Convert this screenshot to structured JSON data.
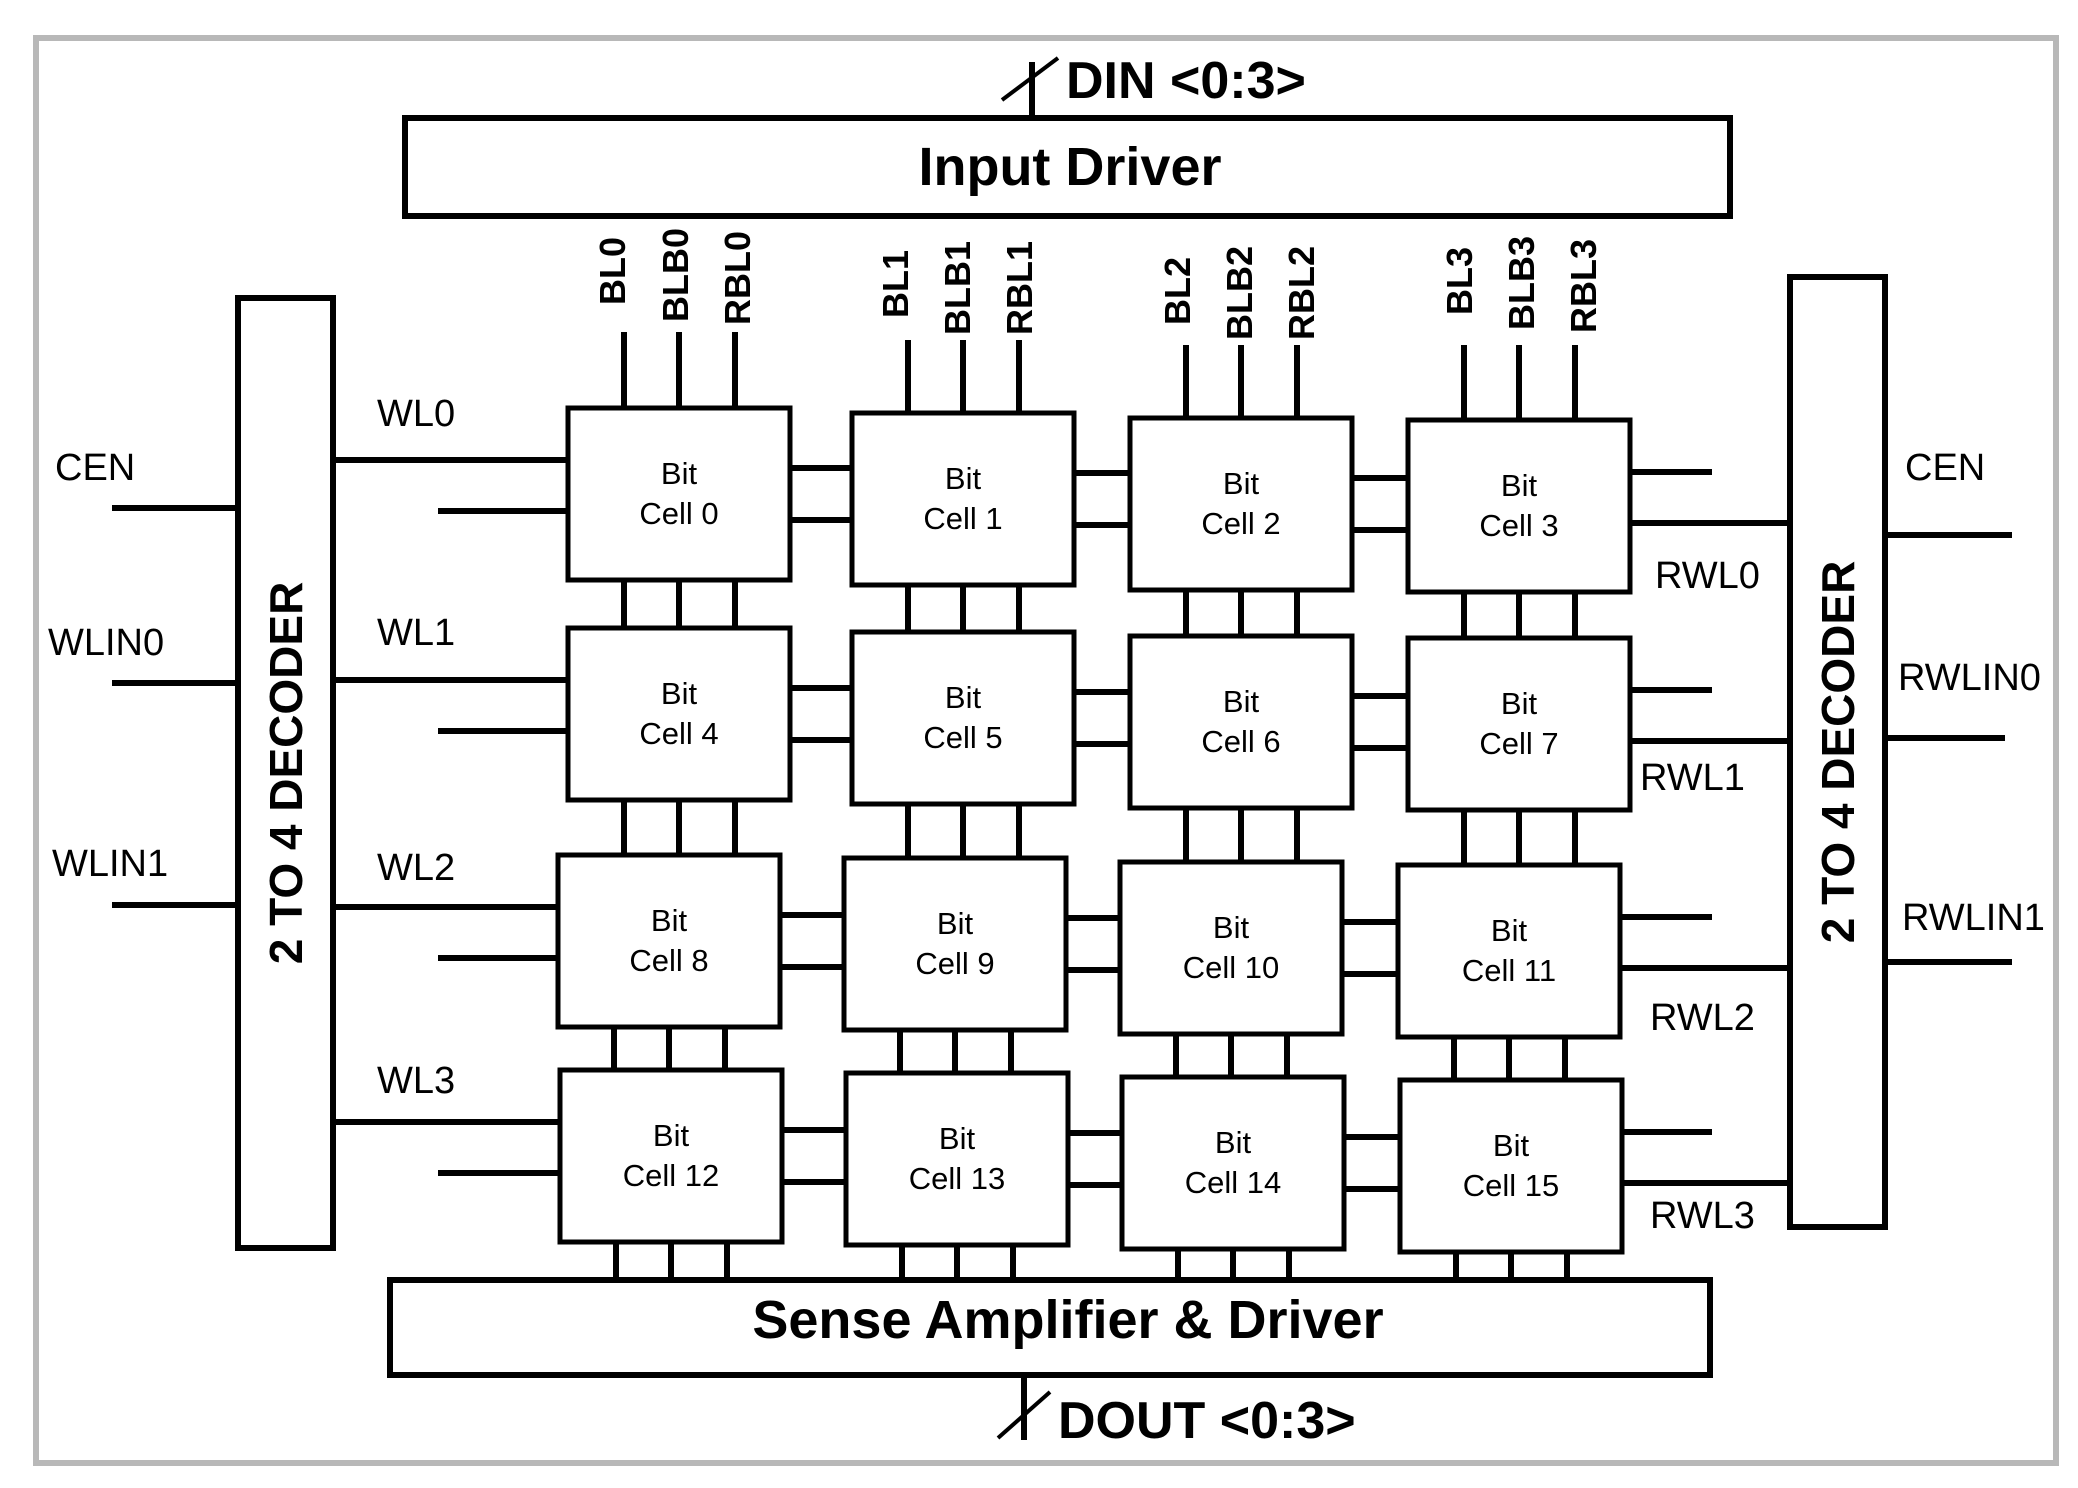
{
  "buses": {
    "din": "DIN <0:3>",
    "dout": "DOUT <0:3>"
  },
  "blocks": {
    "input_driver": "Input Driver",
    "sense_amp": "Sense Amplifier & Driver",
    "left_decoder": "2 TO 4 DECODER",
    "right_decoder": "2 TO 4 DECODER"
  },
  "left_inputs": [
    "CEN",
    "WLIN0",
    "WLIN1"
  ],
  "right_inputs": [
    "CEN",
    "RWLIN0",
    "RWLIN1"
  ],
  "word_lines": [
    "WL0",
    "WL1",
    "WL2",
    "WL3"
  ],
  "read_word_lines": [
    "RWL0",
    "RWL1",
    "RWL2",
    "RWL3"
  ],
  "bit_lines": [
    [
      "BL0",
      "BLB0",
      "RBL0"
    ],
    [
      "BL1",
      "BLB1",
      "RBL1"
    ],
    [
      "BL2",
      "BLB2",
      "RBL2"
    ],
    [
      "BL3",
      "BLB3",
      "RBL3"
    ]
  ],
  "cells": [
    {
      "line1": "Bit",
      "line2": "Cell 0"
    },
    {
      "line1": "Bit",
      "line2": "Cell 1"
    },
    {
      "line1": "Bit",
      "line2": "Cell 2"
    },
    {
      "line1": "Bit",
      "line2": "Cell 3"
    },
    {
      "line1": "Bit",
      "line2": "Cell 4"
    },
    {
      "line1": "Bit",
      "line2": "Cell 5"
    },
    {
      "line1": "Bit",
      "line2": "Cell 6"
    },
    {
      "line1": "Bit",
      "line2": "Cell 7"
    },
    {
      "line1": "Bit",
      "line2": "Cell 8"
    },
    {
      "line1": "Bit",
      "line2": "Cell 9"
    },
    {
      "line1": "Bit",
      "line2": "Cell 10"
    },
    {
      "line1": "Bit",
      "line2": "Cell 11"
    },
    {
      "line1": "Bit",
      "line2": "Cell 12"
    },
    {
      "line1": "Bit",
      "line2": "Cell 13"
    },
    {
      "line1": "Bit",
      "line2": "Cell 14"
    },
    {
      "line1": "Bit",
      "line2": "Cell 15"
    }
  ]
}
